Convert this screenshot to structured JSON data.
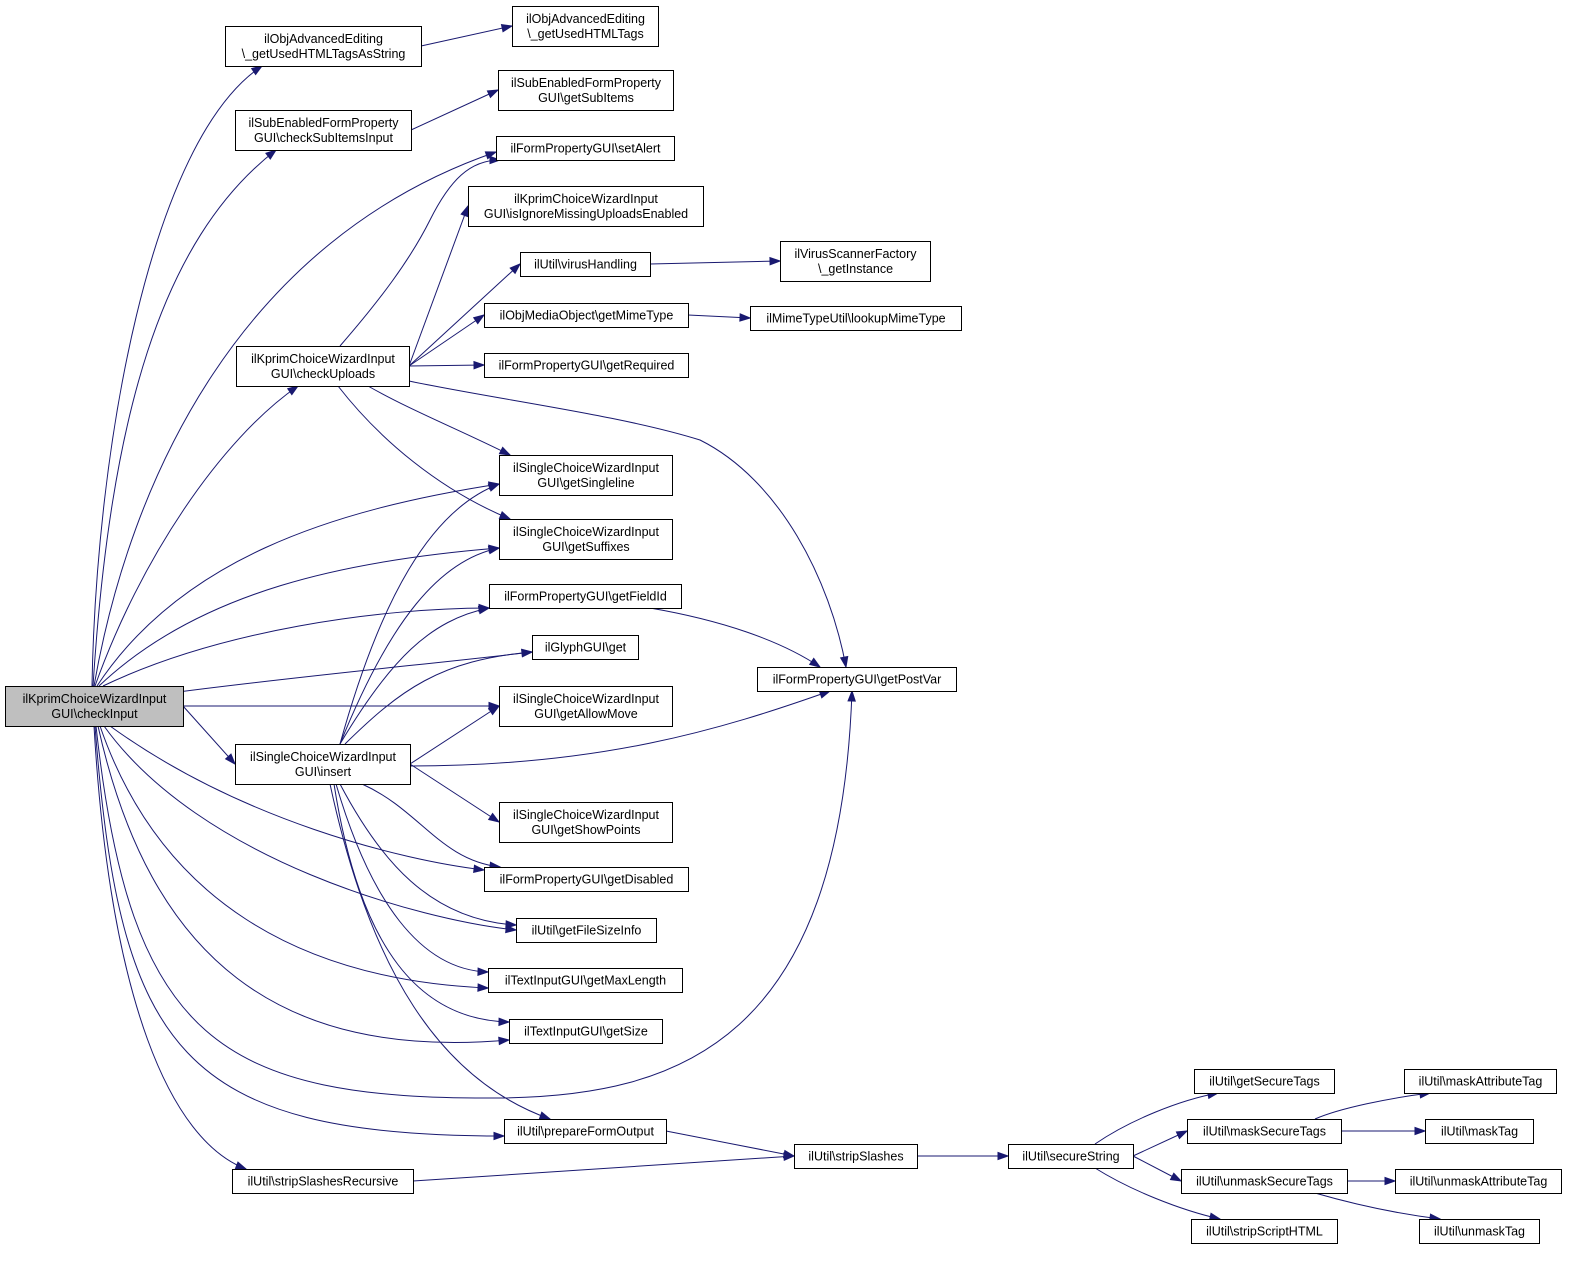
{
  "nodes": [
    {
      "id": "root",
      "lines": [
        "ilKprimChoiceWizardInput",
        "GUI\\checkInput"
      ],
      "root": true
    },
    {
      "id": "getUsedHTMLTagsAsString",
      "lines": [
        "ilObjAdvancedEditing",
        "\\_getUsedHTMLTagsAsString"
      ]
    },
    {
      "id": "getUsedHTMLTags",
      "lines": [
        "ilObjAdvancedEditing",
        "\\_getUsedHTMLTags"
      ]
    },
    {
      "id": "checkSubItemsInput",
      "lines": [
        "ilSubEnabledFormProperty",
        "GUI\\checkSubItemsInput"
      ]
    },
    {
      "id": "getSubItems",
      "lines": [
        "ilSubEnabledFormProperty",
        "GUI\\getSubItems"
      ]
    },
    {
      "id": "setAlert",
      "lines": [
        "ilFormPropertyGUI\\setAlert"
      ]
    },
    {
      "id": "isIgnoreMissingUploadsEnabled",
      "lines": [
        "ilKprimChoiceWizardInput",
        "GUI\\isIgnoreMissingUploadsEnabled"
      ]
    },
    {
      "id": "virusHandling",
      "lines": [
        "ilUtil\\virusHandling"
      ]
    },
    {
      "id": "getInstance",
      "lines": [
        "ilVirusScannerFactory",
        "\\_getInstance"
      ]
    },
    {
      "id": "getMimeType",
      "lines": [
        "ilObjMediaObject\\getMimeType"
      ]
    },
    {
      "id": "lookupMimeType",
      "lines": [
        "ilMimeTypeUtil\\lookupMimeType"
      ]
    },
    {
      "id": "checkUploads",
      "lines": [
        "ilKprimChoiceWizardInput",
        "GUI\\checkUploads"
      ]
    },
    {
      "id": "getRequired",
      "lines": [
        "ilFormPropertyGUI\\getRequired"
      ]
    },
    {
      "id": "getSingleline",
      "lines": [
        "ilSingleChoiceWizardInput",
        "GUI\\getSingleline"
      ]
    },
    {
      "id": "getSuffixes",
      "lines": [
        "ilSingleChoiceWizardInput",
        "GUI\\getSuffixes"
      ]
    },
    {
      "id": "getFieldId",
      "lines": [
        "ilFormPropertyGUI\\getFieldId"
      ]
    },
    {
      "id": "glyphGet",
      "lines": [
        "ilGlyphGUI\\get"
      ]
    },
    {
      "id": "getPostVar",
      "lines": [
        "ilFormPropertyGUI\\getPostVar"
      ]
    },
    {
      "id": "getAllowMove",
      "lines": [
        "ilSingleChoiceWizardInput",
        "GUI\\getAllowMove"
      ]
    },
    {
      "id": "insert",
      "lines": [
        "ilSingleChoiceWizardInput",
        "GUI\\insert"
      ]
    },
    {
      "id": "getShowPoints",
      "lines": [
        "ilSingleChoiceWizardInput",
        "GUI\\getShowPoints"
      ]
    },
    {
      "id": "getDisabled",
      "lines": [
        "ilFormPropertyGUI\\getDisabled"
      ]
    },
    {
      "id": "getFileSizeInfo",
      "lines": [
        "ilUtil\\getFileSizeInfo"
      ]
    },
    {
      "id": "getMaxLength",
      "lines": [
        "ilTextInputGUI\\getMaxLength"
      ]
    },
    {
      "id": "getSize",
      "lines": [
        "ilTextInputGUI\\getSize"
      ]
    },
    {
      "id": "getSecureTags",
      "lines": [
        "ilUtil\\getSecureTags"
      ]
    },
    {
      "id": "maskAttributeTag",
      "lines": [
        "ilUtil\\maskAttributeTag"
      ]
    },
    {
      "id": "maskSecureTags",
      "lines": [
        "ilUtil\\maskSecureTags"
      ]
    },
    {
      "id": "maskTag",
      "lines": [
        "ilUtil\\maskTag"
      ]
    },
    {
      "id": "prepareFormOutput",
      "lines": [
        "ilUtil\\prepareFormOutput"
      ]
    },
    {
      "id": "stripSlashes",
      "lines": [
        "ilUtil\\stripSlashes"
      ]
    },
    {
      "id": "secureString",
      "lines": [
        "ilUtil\\secureString"
      ]
    },
    {
      "id": "stripSlashesRecursive",
      "lines": [
        "ilUtil\\stripSlashesRecursive"
      ]
    },
    {
      "id": "unmaskSecureTags",
      "lines": [
        "ilUtil\\unmaskSecureTags"
      ]
    },
    {
      "id": "unmaskAttributeTag",
      "lines": [
        "ilUtil\\unmaskAttributeTag"
      ]
    },
    {
      "id": "stripScriptHTML",
      "lines": [
        "ilUtil\\stripScriptHTML"
      ]
    },
    {
      "id": "unmaskTag",
      "lines": [
        "ilUtil\\unmaskTag"
      ]
    }
  ],
  "edges": [
    [
      "root",
      "getUsedHTMLTagsAsString"
    ],
    [
      "getUsedHTMLTagsAsString",
      "getUsedHTMLTags"
    ],
    [
      "root",
      "checkSubItemsInput"
    ],
    [
      "checkSubItemsInput",
      "getSubItems"
    ],
    [
      "root",
      "setAlert"
    ],
    [
      "root",
      "checkUploads"
    ],
    [
      "checkUploads",
      "setAlert"
    ],
    [
      "checkUploads",
      "isIgnoreMissingUploadsEnabled"
    ],
    [
      "checkUploads",
      "virusHandling"
    ],
    [
      "virusHandling",
      "getInstance"
    ],
    [
      "checkUploads",
      "getMimeType"
    ],
    [
      "getMimeType",
      "lookupMimeType"
    ],
    [
      "checkUploads",
      "getRequired"
    ],
    [
      "checkUploads",
      "getPostVar"
    ],
    [
      "checkUploads",
      "getSingleline"
    ],
    [
      "checkUploads",
      "getSuffixes"
    ],
    [
      "root",
      "getSingleline"
    ],
    [
      "root",
      "getSuffixes"
    ],
    [
      "root",
      "getFieldId"
    ],
    [
      "root",
      "glyphGet"
    ],
    [
      "root",
      "getAllowMove"
    ],
    [
      "root",
      "insert"
    ],
    [
      "root",
      "getDisabled"
    ],
    [
      "root",
      "getFileSizeInfo"
    ],
    [
      "root",
      "getMaxLength"
    ],
    [
      "root",
      "getSize"
    ],
    [
      "root",
      "getPostVar"
    ],
    [
      "root",
      "prepareFormOutput"
    ],
    [
      "root",
      "stripSlashesRecursive"
    ],
    [
      "getFieldId",
      "getPostVar"
    ],
    [
      "insert",
      "getSingleline"
    ],
    [
      "insert",
      "getSuffixes"
    ],
    [
      "insert",
      "getFieldId"
    ],
    [
      "insert",
      "glyphGet"
    ],
    [
      "insert",
      "getAllowMove"
    ],
    [
      "insert",
      "getPostVar"
    ],
    [
      "insert",
      "getShowPoints"
    ],
    [
      "insert",
      "getDisabled"
    ],
    [
      "insert",
      "getFileSizeInfo"
    ],
    [
      "insert",
      "getMaxLength"
    ],
    [
      "insert",
      "getSize"
    ],
    [
      "insert",
      "prepareFormOutput"
    ],
    [
      "prepareFormOutput",
      "stripSlashes"
    ],
    [
      "stripSlashesRecursive",
      "stripSlashes"
    ],
    [
      "stripSlashes",
      "secureString"
    ],
    [
      "secureString",
      "getSecureTags"
    ],
    [
      "secureString",
      "maskSecureTags"
    ],
    [
      "secureString",
      "unmaskSecureTags"
    ],
    [
      "secureString",
      "stripScriptHTML"
    ],
    [
      "maskSecureTags",
      "maskAttributeTag"
    ],
    [
      "maskSecureTags",
      "maskTag"
    ],
    [
      "unmaskSecureTags",
      "unmaskAttributeTag"
    ],
    [
      "unmaskSecureTags",
      "unmaskTag"
    ]
  ]
}
